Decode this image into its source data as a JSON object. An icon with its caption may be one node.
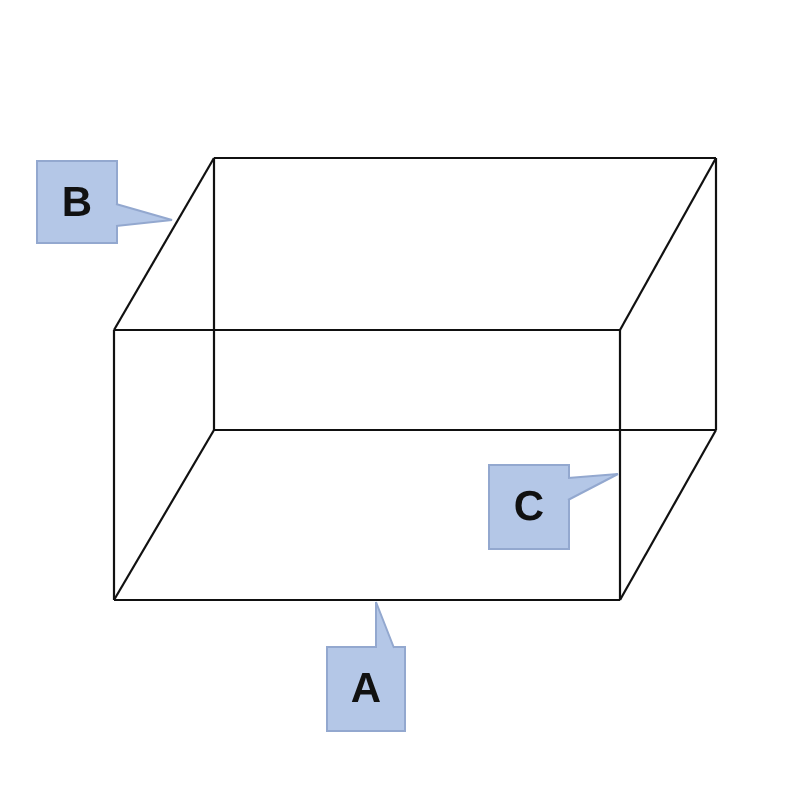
{
  "diagram": {
    "nodes": [
      {
        "text": [
          "B"
        ]
      },
      {
        "text": [
          "C"
        ]
      },
      {
        "text": [
          "A"
        ]
      }
    ],
    "edges": [
      {
        "from": 0,
        "to": null,
        "arrow": "to"
      },
      {
        "from": 1,
        "to": null,
        "arrow": "to"
      },
      {
        "from": 2,
        "to": null,
        "arrow": "to"
      }
    ]
  }
}
